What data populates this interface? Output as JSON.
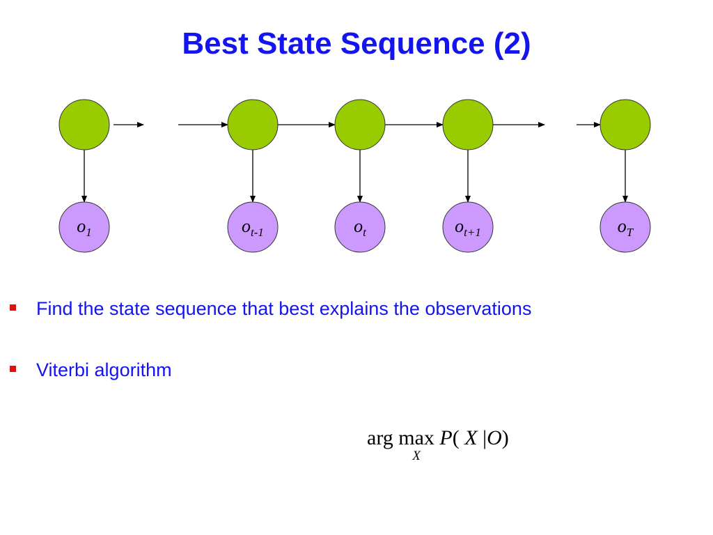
{
  "slide": {
    "title": "Best State Sequence (2)"
  },
  "diagram": {
    "observations": [
      {
        "base": "o",
        "sub": "1"
      },
      {
        "base": "o",
        "sub": "t-1"
      },
      {
        "base": "o",
        "sub": "t"
      },
      {
        "base": "o",
        "sub": "t+1"
      },
      {
        "base": "o",
        "sub": "T"
      }
    ],
    "state_color": "#99cc00",
    "observation_color": "#cc99ff"
  },
  "bullets": [
    "Find the state sequence that best explains the observations",
    "Viterbi algorithm"
  ],
  "formula": {
    "arg": "arg",
    "max": "max",
    "sub": "X",
    "p": "P",
    "open": "(",
    "x": "X",
    "bar": "|",
    "o": "O",
    "close": ")"
  },
  "colors": {
    "title": "#1414f0",
    "bullet_text": "#1414f0",
    "bullet_marker": "#e01010"
  }
}
